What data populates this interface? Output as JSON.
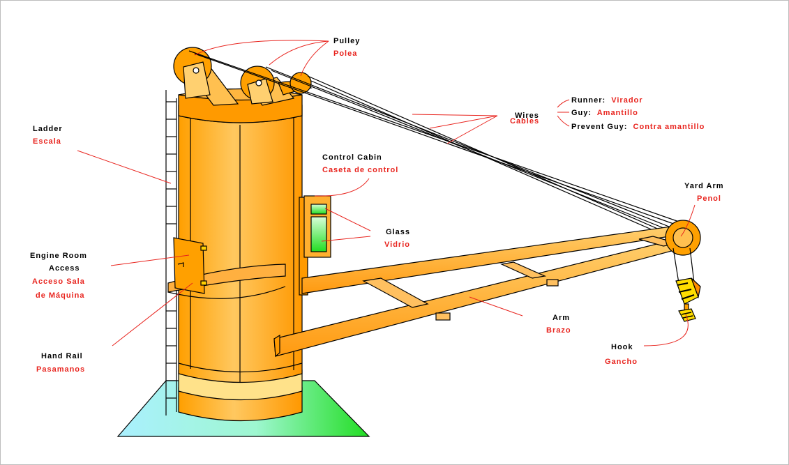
{
  "colors": {
    "english": "#000000",
    "spanish": "#e8231d",
    "body_fill": "#ffa500",
    "platform_cyan": "#aaf0ff",
    "platform_green": "#22dd22",
    "glass": "#66ee66"
  },
  "labels": {
    "pulley": {
      "en": "Pulley",
      "es": "Polea"
    },
    "wires": {
      "en": "Wires",
      "es": "Cables"
    },
    "runner": {
      "en": "Runner:",
      "es": "Virador"
    },
    "guy": {
      "en": "Guy:",
      "es": "Amantillo"
    },
    "prevent_guy": {
      "en": "Prevent Guy:",
      "es": "Contra amantillo"
    },
    "ladder": {
      "en": "Ladder",
      "es": "Escala"
    },
    "control_cabin": {
      "en": "Control Cabin",
      "es": "Caseta de control"
    },
    "yard_arm": {
      "en": "Yard Arm",
      "es": "Penol"
    },
    "glass": {
      "en": "Glass",
      "es": "Vidrio"
    },
    "engine_room": {
      "en1": "Engine Room",
      "en2": "Access",
      "es1": "Acceso Sala",
      "es2": "de Máquina"
    },
    "hand_rail": {
      "en": "Hand Rail",
      "es": "Pasamanos"
    },
    "arm": {
      "en": "Arm",
      "es": "Brazo"
    },
    "hook": {
      "en": "Hook",
      "es": "Gancho"
    }
  }
}
